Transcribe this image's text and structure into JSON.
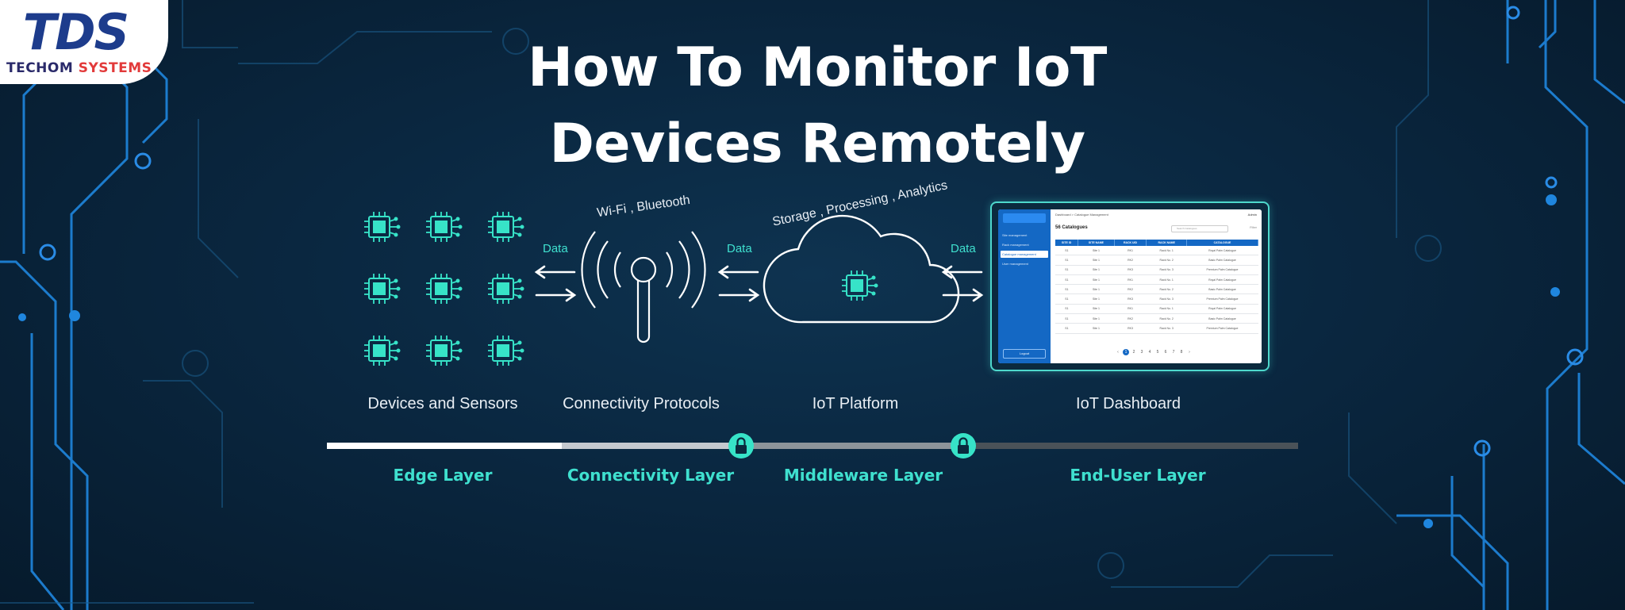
{
  "title": "How To Monitor IoT Devices Remotely",
  "logo": {
    "letters": "TDS",
    "name_prefix": "TECHOM",
    "name_suffix": " SYSTEMS"
  },
  "arc_labels": {
    "connectivity": "Wi-Fi , Bluetooth",
    "platform": "Storage , Processing , Analytics"
  },
  "data_tag": "Data",
  "stages": [
    {
      "label": "Devices and Sensors"
    },
    {
      "label": "Connectivity Protocols"
    },
    {
      "label": "IoT Platform"
    },
    {
      "label": "IoT Dashboard"
    }
  ],
  "layers": [
    {
      "label": "Edge Layer"
    },
    {
      "label": "Connectivity Layer"
    },
    {
      "label": "Middleware Layer"
    },
    {
      "label": "End-User Layer"
    }
  ],
  "dashboard": {
    "breadcrumb": "Dashboard > Catalogue Management",
    "user": "Admin",
    "nav": [
      "Site management",
      "Rack management",
      "Catalogue management",
      "User management"
    ],
    "logout": "Logout",
    "heading": "56 Catalogues",
    "search_placeholder": "Search Catalogues",
    "filter": "Filter",
    "columns": [
      "SITE ID",
      "SITE NAME",
      "RACK UID",
      "RACK NAME",
      "CATALOGUE"
    ],
    "rows": [
      [
        "S1",
        "Site 1",
        "RK1",
        "Rack No. 1",
        "Royal Palm Catalogue"
      ],
      [
        "S1",
        "Site 1",
        "RK2",
        "Rack No. 2",
        "Basic Palm Catalogue"
      ],
      [
        "S1",
        "Site 1",
        "RK3",
        "Rack No. 3",
        "Premium Palm Catalogue"
      ],
      [
        "S1",
        "Site 1",
        "RK1",
        "Rack No. 1",
        "Royal Palm Catalogue"
      ],
      [
        "S1",
        "Site 1",
        "RK2",
        "Rack No. 2",
        "Basic Palm Catalogue"
      ],
      [
        "S1",
        "Site 1",
        "RK3",
        "Rack No. 3",
        "Premium Palm Catalogue"
      ],
      [
        "S1",
        "Site 1",
        "RK1",
        "Rack No. 1",
        "Royal Palm Catalogue"
      ],
      [
        "S1",
        "Site 1",
        "RK2",
        "Rack No. 2",
        "Basic Palm Catalogue"
      ],
      [
        "S1",
        "Site 1",
        "RK3",
        "Rack No. 3",
        "Premium Palm Catalogue"
      ]
    ],
    "pagination": [
      "‹",
      "1",
      "2",
      "3",
      "4",
      "5",
      "6",
      "7",
      "8",
      "›"
    ],
    "current_page": "1"
  },
  "colors": {
    "accent": "#3fe0cf",
    "progress_bright": "#ffffff",
    "progress_mid": "#b9bfc6",
    "progress_dark": "#4a5258",
    "circuit": "#1f7fd6",
    "chip": "#37e3c8"
  }
}
